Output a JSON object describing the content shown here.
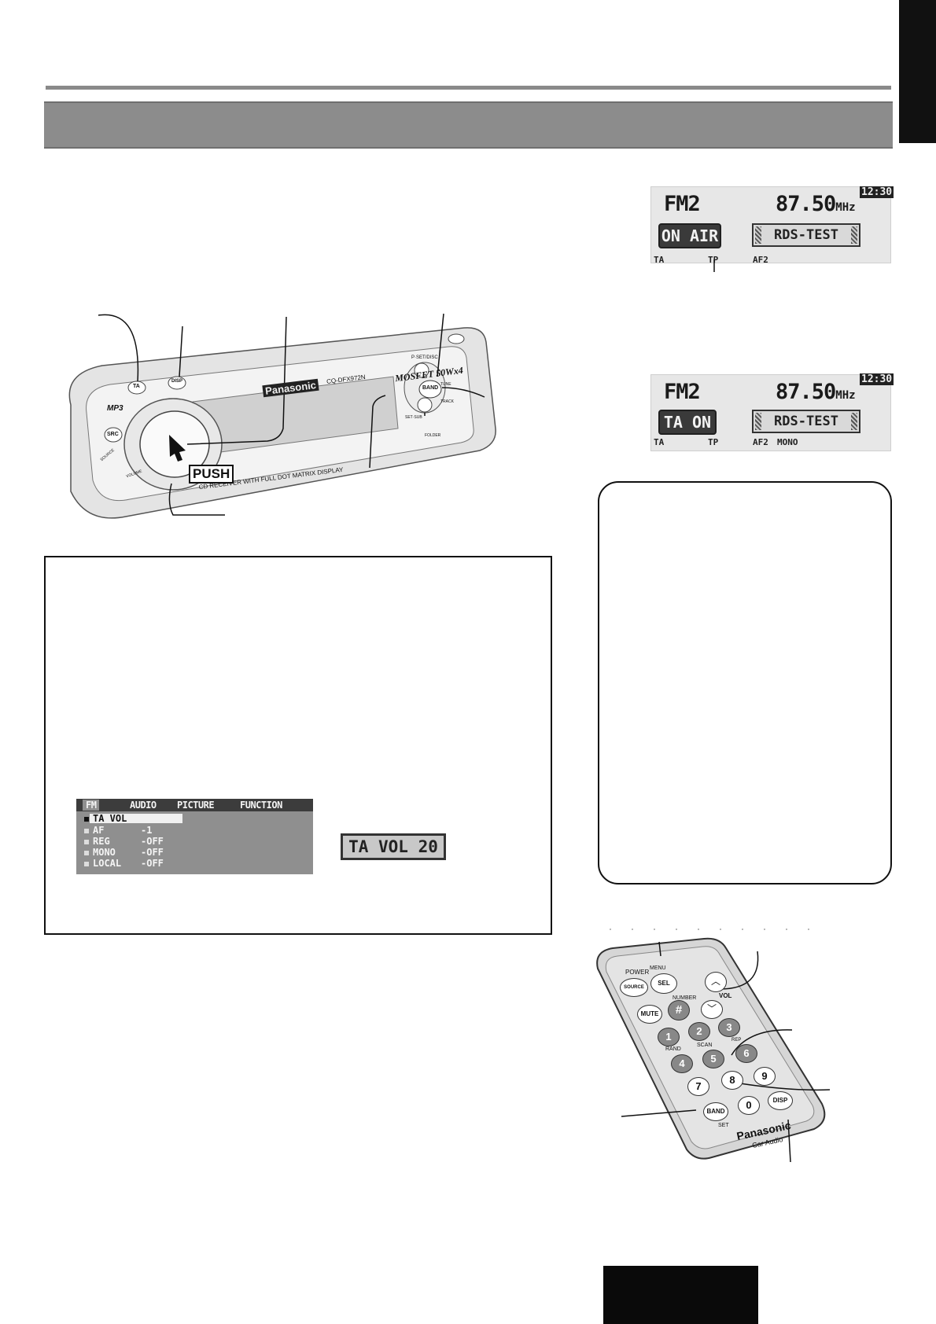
{
  "display_on_air": {
    "band": "FM2",
    "frequency": "87.50",
    "unit": "MHz",
    "clock": "12:30",
    "status": "ON AIR",
    "ps_name": "RDS-TEST",
    "indicators": [
      "TA",
      "TP",
      "AF2"
    ]
  },
  "display_ta_on": {
    "band": "FM2",
    "frequency": "87.50",
    "unit": "MHz",
    "clock": "12:30",
    "status": "TA ON",
    "ps_name": "RDS-TEST",
    "indicators": [
      "TA",
      "TP",
      "AF2",
      "MONO"
    ]
  },
  "head_unit": {
    "brand": "Panasonic",
    "model": "CQ-DFX972N",
    "power": "MOSFET 50Wx4",
    "display_caption": "CD RECEIVER WITH FULL DOT MATRIX DISPLAY",
    "push_label": "PUSH",
    "buttons": {
      "ta": "TA",
      "disp": "DISP",
      "src": "SRC",
      "band": "BAND",
      "mp3": "MP3",
      "p_set": "P·SET/DISC",
      "tune": "TUNE",
      "track": "TRACK",
      "set_sub": "SET·SUB",
      "folder": "FOLDER",
      "source": "SOURCE",
      "volume": "VOLUME"
    }
  },
  "menu_screen": {
    "tabs": [
      "FM",
      "AUDIO",
      "PICTURE",
      "FUNCTION"
    ],
    "rows": [
      {
        "label": "TA VOL",
        "value": ""
      },
      {
        "label": "AF",
        "value": "-1"
      },
      {
        "label": "REG",
        "value": "-OFF"
      },
      {
        "label": "MONO",
        "value": "-OFF"
      },
      {
        "label": "LOCAL",
        "value": "-OFF"
      }
    ]
  },
  "ta_vol_display": "TA VOL 20",
  "remote": {
    "power": "POWER",
    "source": "SOURCE",
    "menu": "MENU",
    "sel": "SEL",
    "vol": "VOL",
    "number": "NUMBER",
    "mute": "MUTE",
    "hash": "#",
    "rand": "RAND",
    "scan": "SCAN",
    "rep": "REP",
    "keys": [
      "1",
      "2",
      "3",
      "4",
      "5",
      "6",
      "7",
      "8",
      "9",
      "0"
    ],
    "band": "BAND",
    "set": "SET",
    "disp": "DISP",
    "brand": "Panasonic",
    "brand_sub": "Car Audio"
  }
}
